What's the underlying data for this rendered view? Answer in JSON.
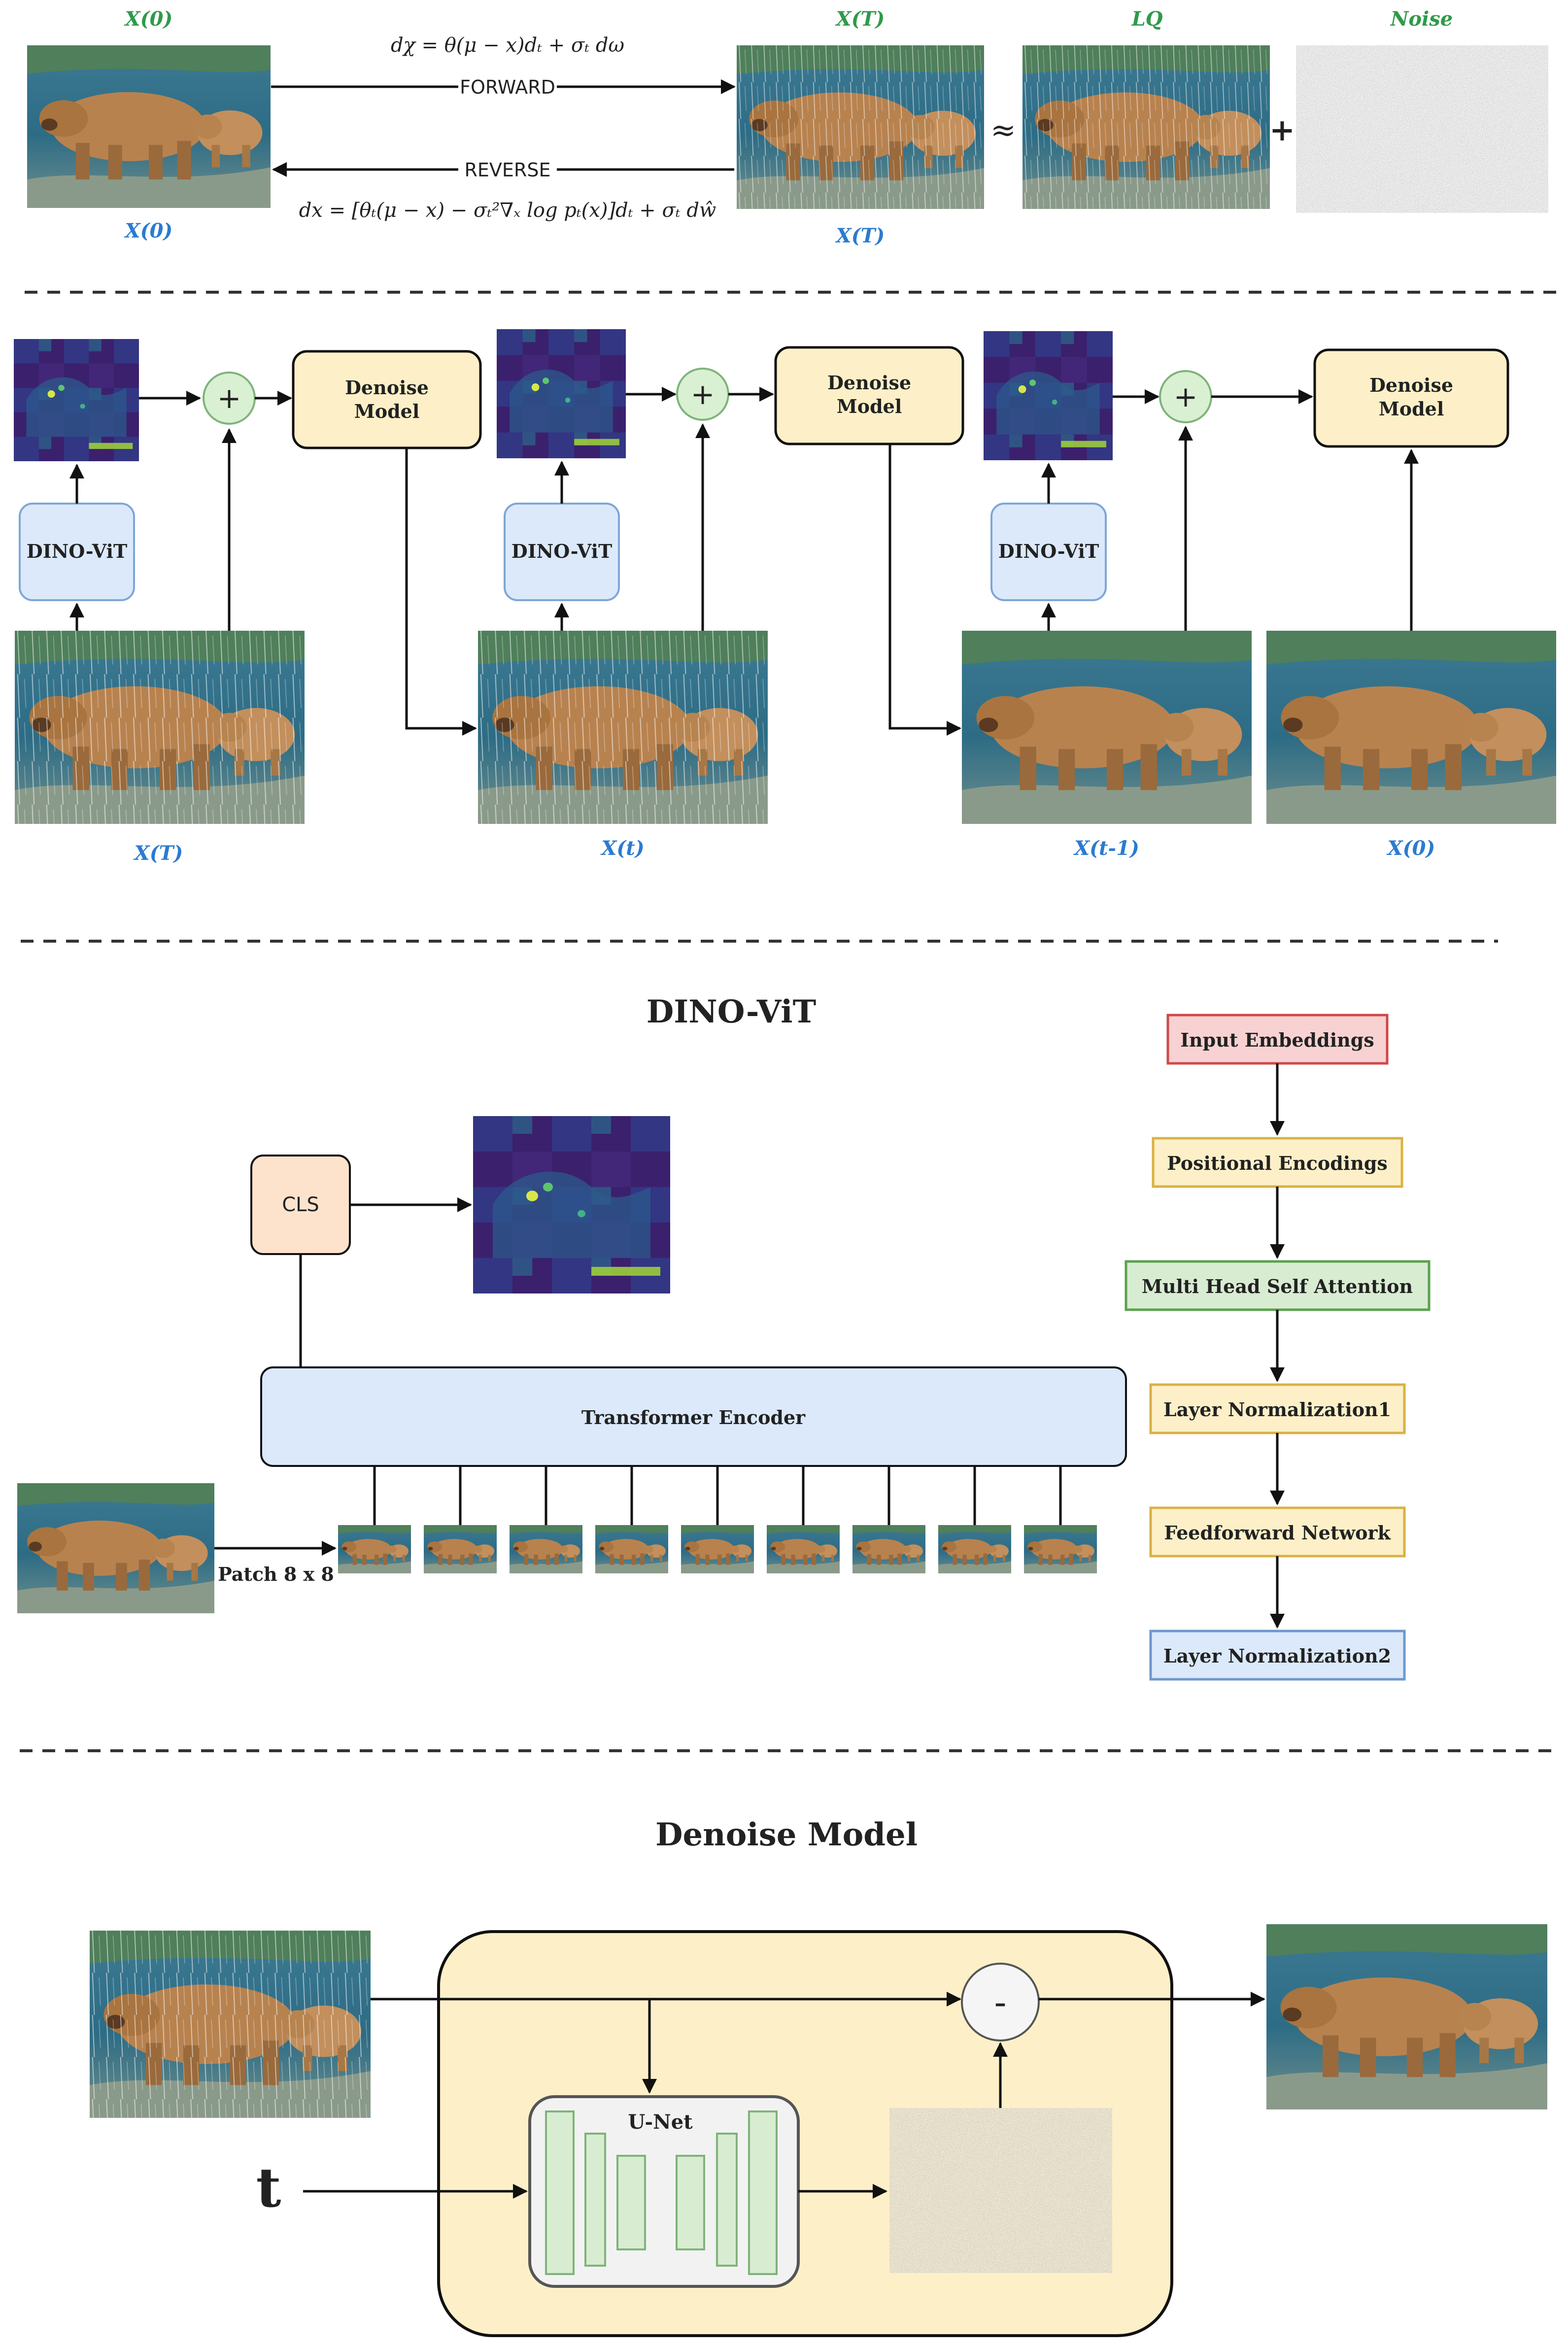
{
  "top": {
    "x0_top": "X(0)",
    "x0_bottom": "X(0)",
    "xT_top": "X(T)",
    "xT_bottom": "X(T)",
    "lq": "LQ",
    "noise": "Noise",
    "forward_label": "FORWARD",
    "reverse_label": "REVERSE",
    "forward_eq": "dχ = θ(μ − x)dₜ + σₜ dω",
    "reverse_eq": "dx = [θₜ(μ − x) − σₜ²∇ₓ log pₜ(x)]dₜ + σₜ dŵ",
    "approx": "≈",
    "plus": "+"
  },
  "pipeline": {
    "dino_label": "DINO-ViT",
    "denoise_line1": "Denoise",
    "denoise_line2": "Model",
    "plus": "+",
    "labels": [
      "X(T)",
      "X(t)",
      "X(t-1)",
      "X(0)"
    ]
  },
  "dino": {
    "title": "DINO-ViT",
    "cls": "CLS",
    "encoder": "Transformer Encoder",
    "patch": "Patch 8 x 8",
    "layers": [
      "Input Embeddings",
      "Positional Encodings",
      "Multi Head Self Attention",
      "Layer Normalization1",
      "Feedforward Network",
      "Layer Normalization2"
    ]
  },
  "denoise": {
    "title": "Denoise Model",
    "unet": "U-Net",
    "minus": "-",
    "t": "t"
  },
  "colors": {
    "green_label": "#2f9a4a",
    "blue_label": "#2b7bd0",
    "denoise_fill": "#fdf0c8",
    "dino_fill": "#dbe9fb",
    "cls_fill": "#fde3cc",
    "plus_fill": "#d9f0d2",
    "input_emb": "#f8d2d2",
    "pos_enc": "#fdf0c8",
    "mhsa": "#d8ecd2",
    "ln1": "#fdf0c8",
    "ffn": "#fdf0c8",
    "ln2": "#dbe9fb"
  }
}
